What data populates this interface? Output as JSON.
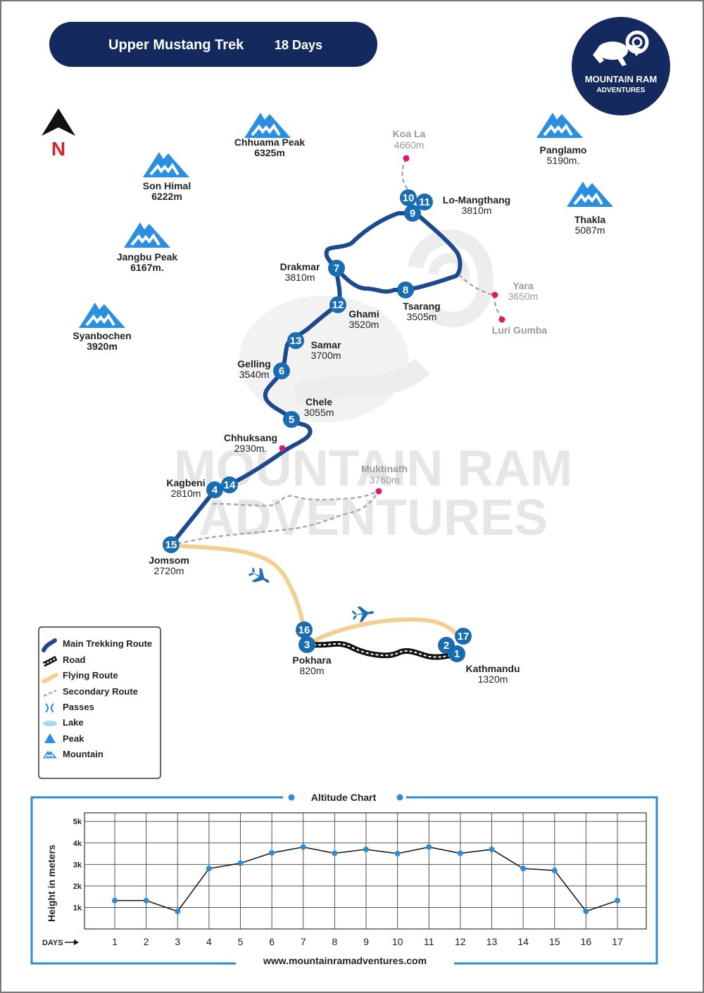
{
  "title": {
    "name": "Upper Mustang Trek",
    "duration": "18 Days"
  },
  "logo": {
    "line1": "MOUNTAIN RAM",
    "line2": "ADVENTURES"
  },
  "compass": {
    "label": "N"
  },
  "watermark": {
    "line1": "MOUNTAIN RAM",
    "line2": "ADVENTURES"
  },
  "mountains": [
    {
      "name": "Chhuama Peak",
      "alt": "6325m"
    },
    {
      "name": "Son Himal",
      "alt": "6222m"
    },
    {
      "name": "Jangbu Peak",
      "alt": "6167m."
    },
    {
      "name": "Syanbochen",
      "alt": "3920m"
    },
    {
      "name": "Panglamo",
      "alt": "5190m."
    },
    {
      "name": "Thakla",
      "alt": "5087m"
    }
  ],
  "places": [
    {
      "name": "Lo-Mangthang",
      "alt": "3810m"
    },
    {
      "name": "Drakmar",
      "alt": "3810m"
    },
    {
      "name": "Tsarang",
      "alt": "3505m"
    },
    {
      "name": "Ghami",
      "alt": "3520m"
    },
    {
      "name": "Samar",
      "alt": "3700m"
    },
    {
      "name": "Gelling",
      "alt": "3540m"
    },
    {
      "name": "Chele",
      "alt": "3055m"
    },
    {
      "name": "Chhuksang",
      "alt": "2930m."
    },
    {
      "name": "Kagbeni",
      "alt": "2810m"
    },
    {
      "name": "Jomsom",
      "alt": "2720m"
    },
    {
      "name": "Pokhara",
      "alt": "820m"
    },
    {
      "name": "Kathmandu",
      "alt": "1320m"
    }
  ],
  "side_places": [
    {
      "name": "Koa La",
      "alt": "4660m"
    },
    {
      "name": "Yara",
      "alt": "3650m"
    },
    {
      "name": "Luri Gumba",
      "alt": ""
    },
    {
      "name": "Muktinath",
      "alt": "3760m"
    }
  ],
  "stops": [
    "1",
    "2",
    "3",
    "4",
    "5",
    "6",
    "7",
    "8",
    "9",
    "10",
    "11",
    "12",
    "13",
    "14",
    "15",
    "16",
    "17"
  ],
  "legend": {
    "items": [
      "Main Trekking Route",
      "Road",
      "Flying Route",
      "Secondary Route",
      "Passes",
      "Lake",
      "Peak",
      "Mountain"
    ]
  },
  "colors": {
    "navy": "#14295e",
    "route": "#1d4a8f",
    "marker": "#1a6cb0",
    "flight": "#f3cf91",
    "pink": "#d61b6a",
    "chart": "#2e8bd6",
    "mountain": "#2b8fe0"
  },
  "chart_data": {
    "type": "line",
    "title": "Altitude Chart",
    "xlabel": "DAYS",
    "ylabel": "Height in meters",
    "categories": [
      "1",
      "2",
      "3",
      "4",
      "5",
      "6",
      "7",
      "8",
      "9",
      "10",
      "11",
      "12",
      "13",
      "14",
      "15",
      "16",
      "17"
    ],
    "series": [
      {
        "values": [
          1320,
          1320,
          820,
          2810,
          3055,
          3540,
          3810,
          3520,
          3700,
          3505,
          3810,
          3520,
          3700,
          2810,
          2720,
          820,
          1320
        ]
      }
    ],
    "yticks": [
      "1k",
      "2k",
      "3k",
      "4k",
      "5k"
    ],
    "ylim": [
      0,
      5400
    ]
  },
  "footer": {
    "url": "www.mountainramadventures.com"
  }
}
